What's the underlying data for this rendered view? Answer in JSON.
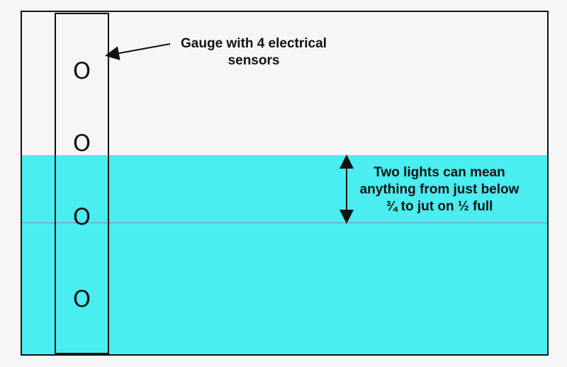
{
  "gauge_label": "Gauge with 4 electrical sensors",
  "sensors": [
    "O",
    "O",
    "O",
    "O"
  ],
  "range_label": "Two lights can mean anything from just below ¾ to jut on ½ full",
  "colors": {
    "water": "#4aedf0",
    "background": "#f6f6f6",
    "outline": "#111111"
  }
}
